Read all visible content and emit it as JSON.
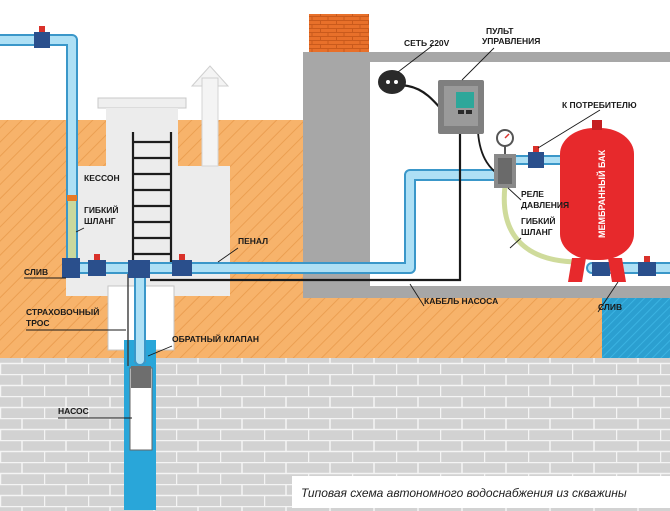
{
  "labels": {
    "kesson": "КЕССОН",
    "hose_left_1": "ГИБКИЙ",
    "hose_left_2": "ШЛАНГ",
    "drain_left": "СЛИВ",
    "rope_1": "СТРАХОВОЧНЫЙ",
    "rope_2": "ТРОС",
    "check_valve": "ОБРАТНЫЙ КЛАПАН",
    "pump": "НАСОС",
    "casing": "ПЕНАЛ",
    "pump_cable": "КАБЕЛЬ НАСОСА",
    "power": "СЕТЬ 220V",
    "panel_1": "ПУЛЬТ",
    "panel_2": "УПРАВЛЕНИЯ",
    "to_consumer": "К ПОТРЕБИТЕЛЮ",
    "relay_1": "РЕЛЕ",
    "relay_2": "ДАВЛЕНИЯ",
    "hose_right_1": "ГИБКИЙ",
    "hose_right_2": "ШЛАНГ",
    "tank": "МЕМБРАННЫЙ БАК",
    "drain_right": "СЛИВ"
  },
  "caption": "Типовая схема автономного водоснабжения из скважины",
  "colors": {
    "soil": "#f7b36b",
    "soil_hatch": "#e9994a",
    "brick_bg": "#d3d3d3",
    "brick_line": "#ffffff",
    "pipe_fill": "#aee0f5",
    "pipe_edge": "#3a97c9",
    "water": "#27a6d8",
    "valve": "#2a4f8c",
    "house_wall": "#a7a7a7",
    "chimney": "#e8702a",
    "tank": "#e7292c",
    "hose": "#cdd99b"
  }
}
